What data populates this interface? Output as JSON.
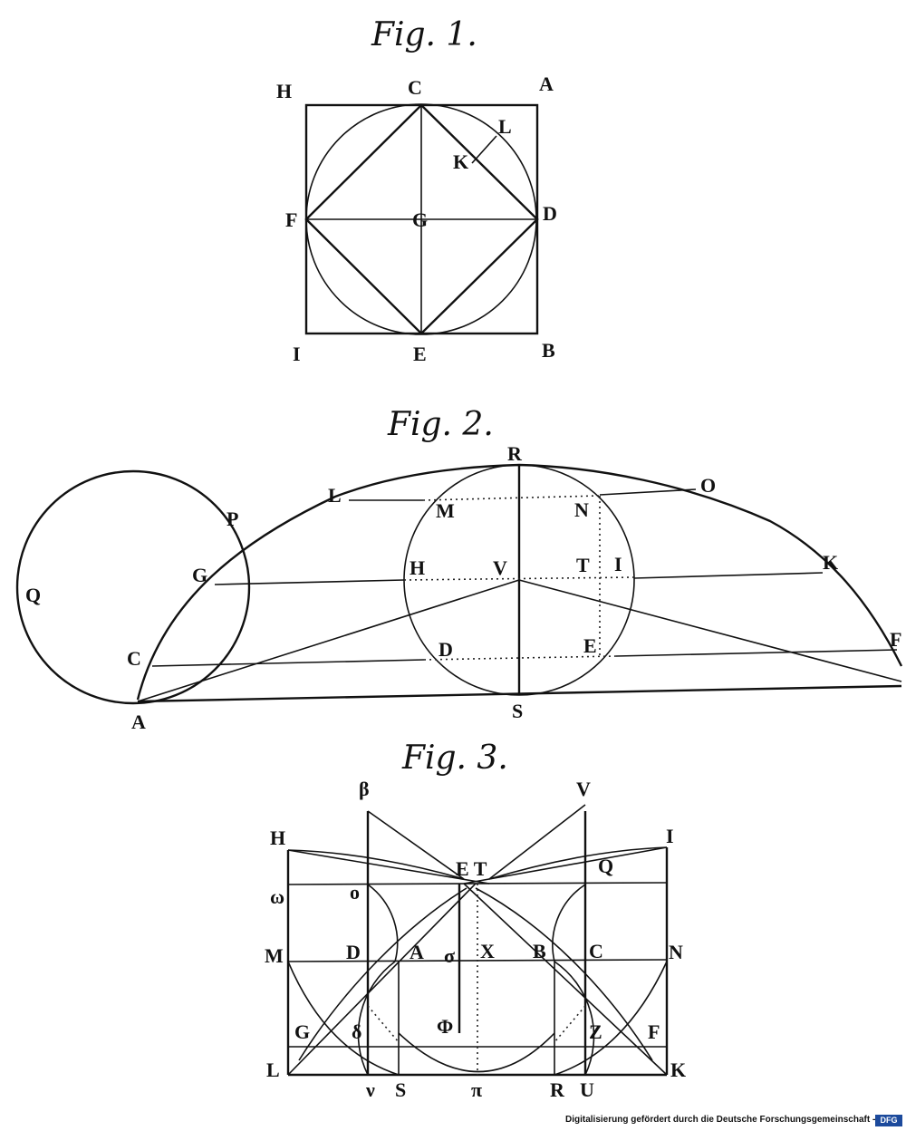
{
  "figures": {
    "fig1": {
      "title": "Fig. 1.",
      "labels": {
        "H": "H",
        "C": "C",
        "A": "A",
        "L": "L",
        "K": "K",
        "F": "F",
        "G": "G",
        "D": "D",
        "I": "I",
        "E": "E",
        "B": "B"
      }
    },
    "fig2": {
      "title": "Fig. 2.",
      "labels": {
        "R": "R",
        "L": "L",
        "O": "O",
        "P": "P",
        "M": "M",
        "N": "N",
        "Q": "Q",
        "G": "G",
        "H": "H",
        "V": "V",
        "T": "T",
        "I": "I",
        "K": "K",
        "C": "C",
        "D": "D",
        "E": "E",
        "F": "F",
        "A": "A",
        "S": "S"
      }
    },
    "fig3": {
      "title": "Fig. 3.",
      "labels": {
        "beta": "β",
        "V": "V",
        "H": "H",
        "ET": "E T",
        "I": "I",
        "Q": "Q",
        "omega": "ω",
        "o": "o",
        "M": "M",
        "D": "D",
        "A": "A",
        "sigma": "σ",
        "X": "X",
        "B": "B",
        "C": "C",
        "N": "N",
        "G": "G",
        "delta": "δ",
        "phi": "Φ",
        "Z": "Z",
        "F": "F",
        "L": "L",
        "K": "K",
        "nu": "ν",
        "S": "S",
        "pi": "π",
        "R": "R",
        "U": "U"
      }
    }
  },
  "footer": {
    "credit": "Digitalisierung gefördert durch die Deutsche Forschungsgemeinschaft -",
    "logo": "DFG"
  }
}
